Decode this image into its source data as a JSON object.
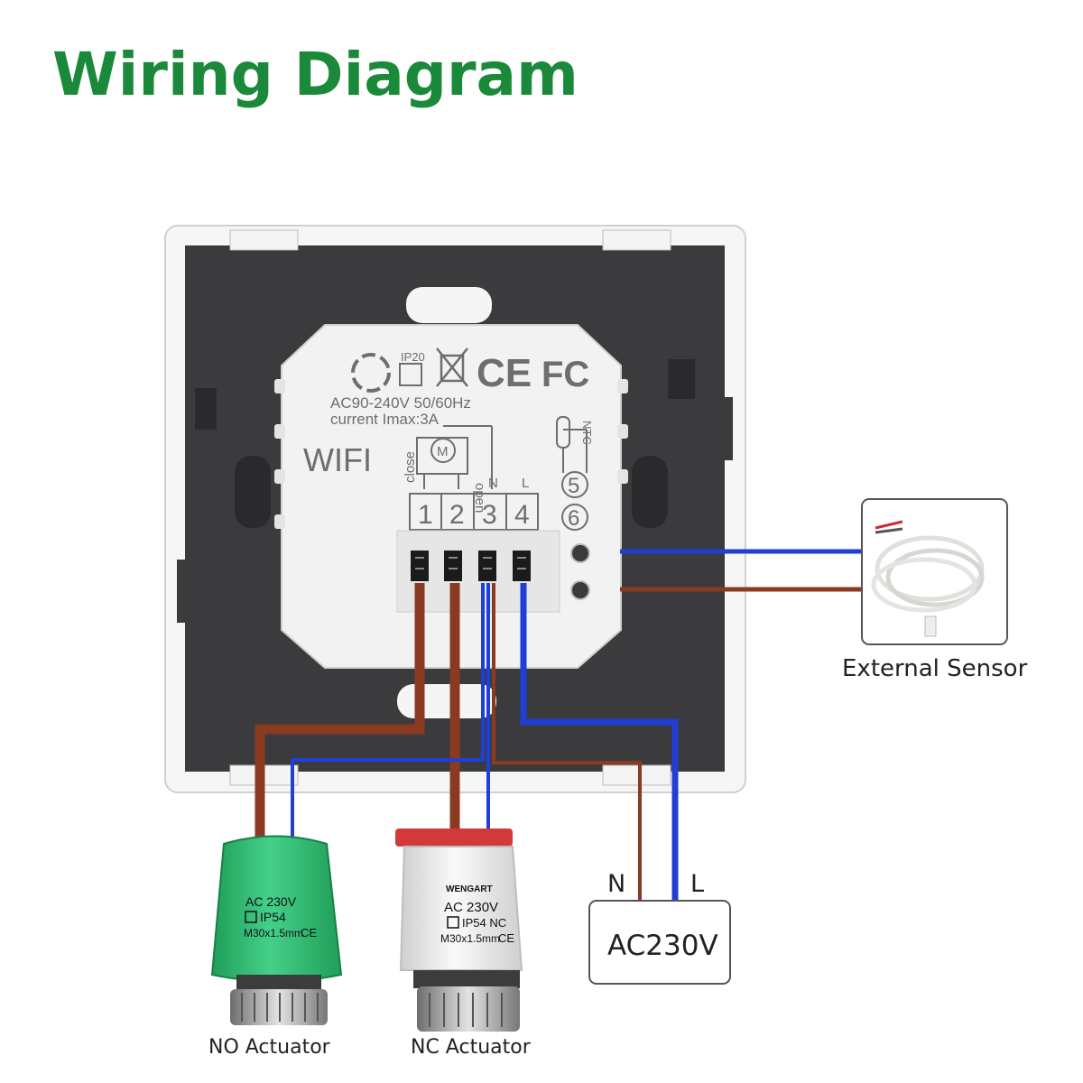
{
  "title": "Wiring Diagram",
  "device": {
    "ip_rating": "IP20",
    "power_spec": "AC90-240V 50/60Hz",
    "current_spec": "current Imax:3A",
    "wifi": "WIFI",
    "ce_mark": "CE",
    "fcc_mark": "FC",
    "motor_symbol": "M",
    "ntc_label": "NTC",
    "close_label": "close",
    "open_label": "open",
    "n_label": "N",
    "l_label": "L",
    "terminals": [
      "1",
      "2",
      "3",
      "4",
      "5",
      "6"
    ]
  },
  "external_sensor": {
    "label": "External Sensor"
  },
  "no_actuator": {
    "label": "NO Actuator",
    "line1": "AC 230V",
    "line2": "IP54",
    "line3": "M30x1.5mm",
    "ce": "CE"
  },
  "nc_actuator": {
    "label": "NC Actuator",
    "brand": "WENGART",
    "line1": "AC 230V",
    "line2": "IP54 NC",
    "line3": "M30x1.5mm",
    "ce": "CE"
  },
  "power_supply": {
    "label": "AC230V",
    "n_label": "N",
    "l_label": "L"
  },
  "colors": {
    "title": "#1a8a3a",
    "wire_brown": "#8b3a22",
    "wire_blue": "#1f3fd6",
    "actuator_green": "#2fbf72",
    "backplate": "#3a3a3c"
  }
}
